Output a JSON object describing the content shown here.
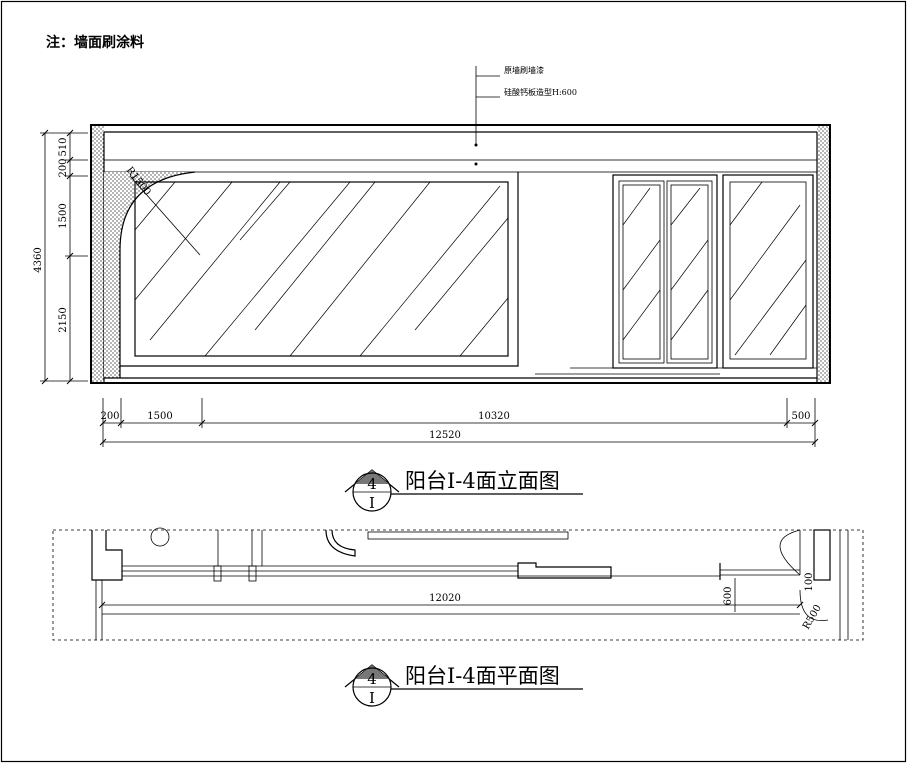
{
  "note": "注：墙面刷涂料",
  "leaders": {
    "wall_paint": "原墙刷墙漆",
    "board_molding": "硅酸钙板造型H:600"
  },
  "elevation": {
    "radius_label": "R1500",
    "vertical_dims": {
      "total": "4360",
      "top": "510",
      "band": "200",
      "window": "1500",
      "lower": "2150"
    },
    "horizontal_dims": {
      "d1": "200",
      "d2": "1500",
      "d3": "10320",
      "d4": "500",
      "total": "12520"
    },
    "title": "阳台I-4面立面图",
    "tag": {
      "number": "4",
      "sub": "I"
    }
  },
  "plan": {
    "dim_length": "12020",
    "dim_depth": "600",
    "dim_small": "100",
    "radius_label": "R500",
    "title": "阳台I-4面平面图",
    "tag": {
      "number": "4",
      "sub": "I"
    }
  }
}
